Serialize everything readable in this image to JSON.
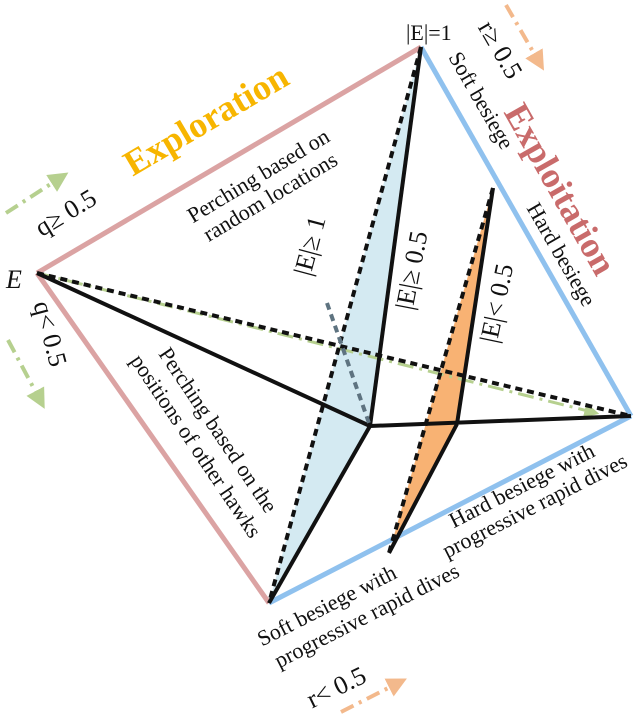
{
  "colors": {
    "exploration_border": "#dba3a3",
    "exploitation_border": "#8fc1ee",
    "exploration_title": "#f7b500",
    "exploitation_title": "#c96b6b",
    "green_arrow": "#b6d08f",
    "orange_arrow": "#f3b98c",
    "blue_fill": "#d4eaf2",
    "orange_fill": "#f8b273",
    "line": "#111111",
    "grey_dash": "#5e7380"
  },
  "titles": {
    "exploration": "Exploration",
    "exploitation": "Exploitation"
  },
  "vertices": {
    "left": "E",
    "top": "|E|=1"
  },
  "conditions": {
    "q_ge": "q≥ 0.5",
    "q_lt": "q< 0.5",
    "r_ge": "r≥ 0.5",
    "r_lt": "r< 0.5"
  },
  "e_labels": {
    "e_ge_1": "|E|≥ 1",
    "e_ge_05": "|E|≥ 0.5",
    "e_lt_05": "|E|< 0.5"
  },
  "strategies": {
    "random_line1": "Perching based on",
    "random_line2": "random locations",
    "hawks_line1": "Perching based on the",
    "hawks_line2": "positions of other hawks",
    "soft_besiege": "Soft besiege",
    "hard_besiege": "Hard besiege",
    "hard_dives_line1": "Hard besiege with",
    "hard_dives_line2": "progressive rapid dives",
    "soft_dives_line1": "Soft besiege with",
    "soft_dives_line2": "progressive rapid dives"
  }
}
